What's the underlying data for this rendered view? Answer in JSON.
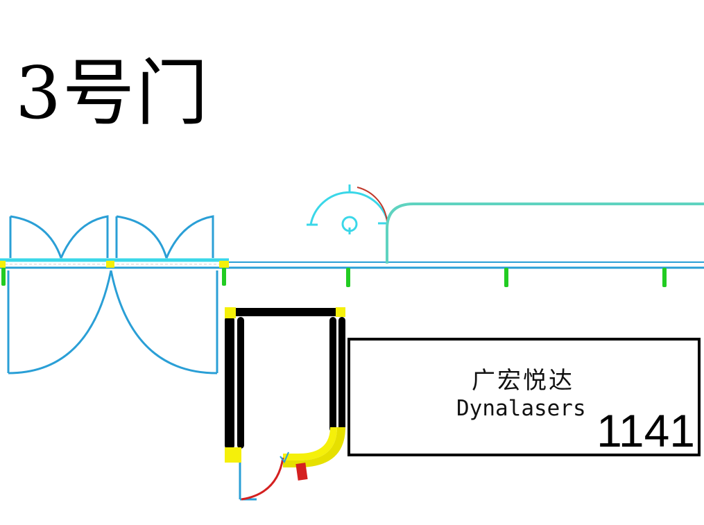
{
  "gate": {
    "title": "3号门"
  },
  "booth": {
    "company": "广宏悦达",
    "brand": "Dynalasers",
    "number": "1141"
  },
  "colors": {
    "door_lines": "#2a9fd6",
    "rail": "#3ad7e8",
    "wall_outline": "#5fd3c0",
    "support_posts": "#22cc22",
    "booth_wall": "#000000",
    "corner_caps": "#f5f00a",
    "small_door": "#d42020"
  }
}
